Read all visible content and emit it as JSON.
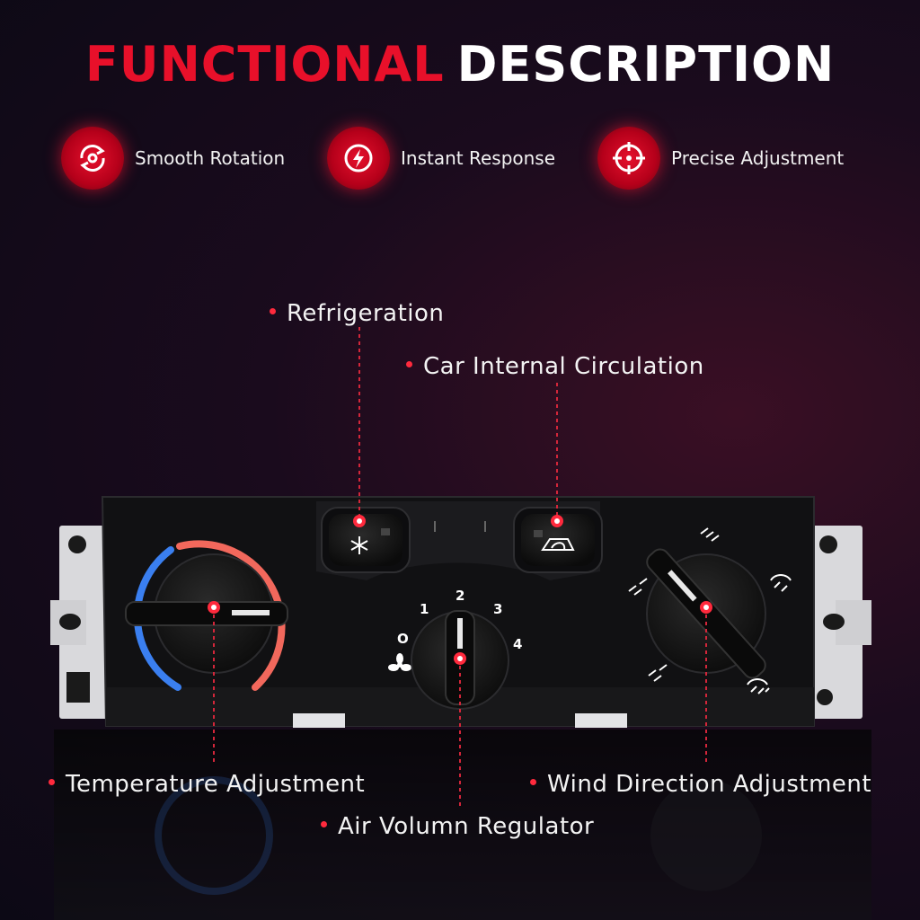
{
  "title": {
    "part1": "FUNCTIONAL",
    "part2": "DESCRIPTION"
  },
  "features": [
    {
      "label": "Smooth Rotation",
      "icon": "rotation-icon"
    },
    {
      "label": "Instant Response",
      "icon": "lightning-icon"
    },
    {
      "label": "Precise Adjustment",
      "icon": "crosshair-icon"
    }
  ],
  "callouts": {
    "refrigeration": "Refrigeration",
    "circulation": "Car Internal Circulation",
    "temperature": "Temperature Adjustment",
    "air_volume": "Air Volumn Regulator",
    "wind_direction": "Wind Direction Adjustment"
  },
  "fan_scale": {
    "s0": "O",
    "s1": "1",
    "s2": "2",
    "s3": "3",
    "s4": "4"
  },
  "colors": {
    "accent": "#e8102a",
    "cold": "#3a7ff0",
    "hot": "#f2685c"
  }
}
